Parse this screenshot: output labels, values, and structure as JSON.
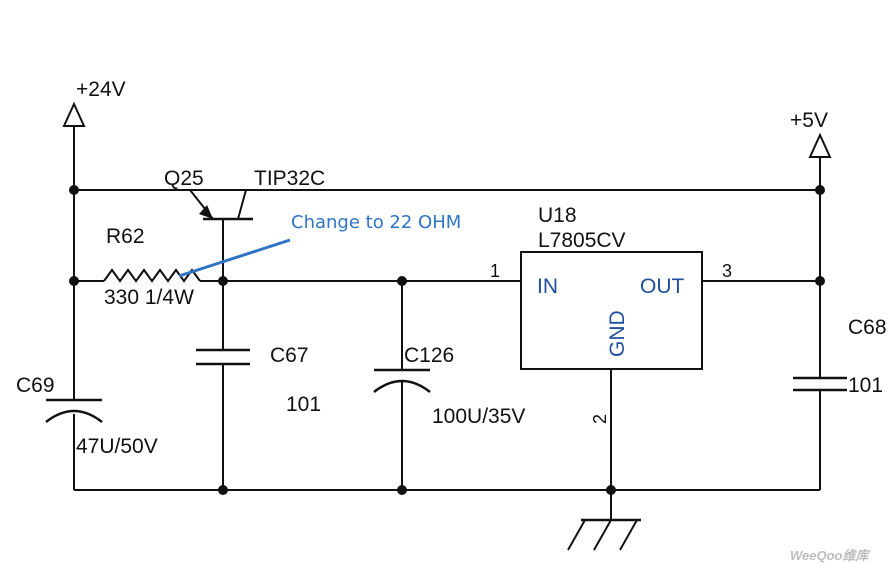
{
  "rails": {
    "input": "+24V",
    "output": "+5V"
  },
  "transistor": {
    "ref": "Q25",
    "part": "TIP32C"
  },
  "resistor": {
    "ref": "R62",
    "value": "330 1/4W"
  },
  "annotation": {
    "text": "Change to 22 OHM",
    "color": "#2f74c6"
  },
  "regulator": {
    "ref": "U18",
    "part": "L7805CV",
    "pin_in_label": "IN",
    "pin_out_label": "OUT",
    "pin_gnd_label": "GND",
    "pin_in_number": "1",
    "pin_out_number": "3",
    "pin_gnd_number": "2",
    "label_color": "#1f4f9e"
  },
  "capacitors": [
    {
      "ref": "C69",
      "value": "47U/50V",
      "polarized": true
    },
    {
      "ref": "C67",
      "value": "101",
      "polarized": false
    },
    {
      "ref": "C126",
      "value": "100U/35V",
      "polarized": true
    },
    {
      "ref": "C68",
      "value": "101",
      "polarized": false
    }
  ],
  "watermark": "WeeQoo维库"
}
